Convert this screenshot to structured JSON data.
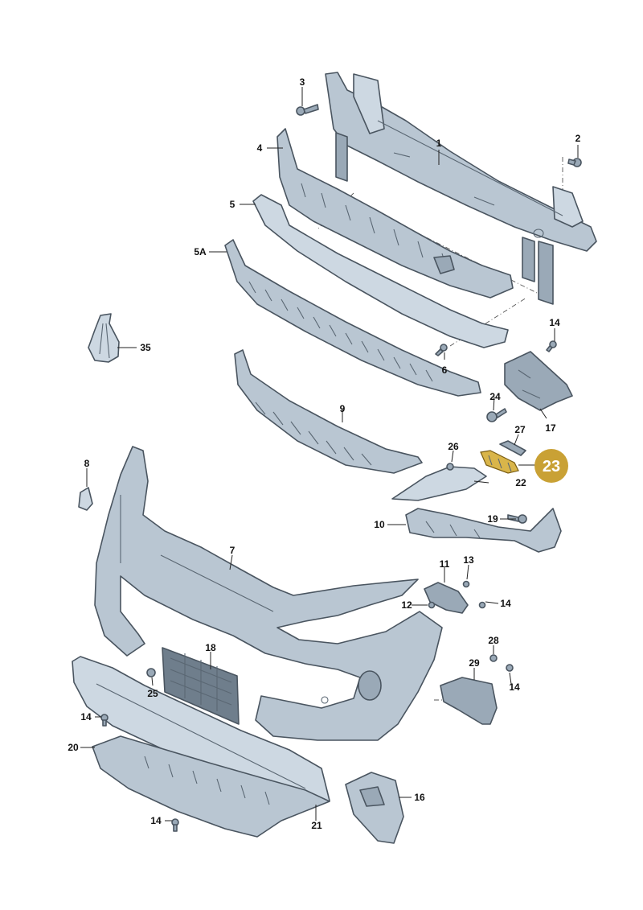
{
  "callouts": [
    {
      "id": "1",
      "text": "1"
    },
    {
      "id": "2",
      "text": "2"
    },
    {
      "id": "3",
      "text": "3"
    },
    {
      "id": "4",
      "text": "4"
    },
    {
      "id": "5",
      "text": "5"
    },
    {
      "id": "5A",
      "text": "5A"
    },
    {
      "id": "6",
      "text": "6"
    },
    {
      "id": "7",
      "text": "7"
    },
    {
      "id": "8",
      "text": "8"
    },
    {
      "id": "9",
      "text": "9"
    },
    {
      "id": "10",
      "text": "10"
    },
    {
      "id": "11",
      "text": "11"
    },
    {
      "id": "12",
      "text": "12"
    },
    {
      "id": "13",
      "text": "13"
    },
    {
      "id": "14a",
      "text": "14"
    },
    {
      "id": "14b",
      "text": "14"
    },
    {
      "id": "14c",
      "text": "14"
    },
    {
      "id": "14d",
      "text": "14"
    },
    {
      "id": "14e",
      "text": "14"
    },
    {
      "id": "16",
      "text": "16"
    },
    {
      "id": "17",
      "text": "17"
    },
    {
      "id": "18",
      "text": "18"
    },
    {
      "id": "19",
      "text": "19"
    },
    {
      "id": "20",
      "text": "20"
    },
    {
      "id": "21",
      "text": "21"
    },
    {
      "id": "22",
      "text": "22"
    },
    {
      "id": "24",
      "text": "24"
    },
    {
      "id": "25",
      "text": "25"
    },
    {
      "id": "26",
      "text": "26"
    },
    {
      "id": "27",
      "text": "27"
    },
    {
      "id": "28",
      "text": "28"
    },
    {
      "id": "29",
      "text": "29"
    },
    {
      "id": "35",
      "text": "35"
    }
  ],
  "highlight": {
    "text": "23",
    "color": "#c9a135"
  },
  "colors": {
    "part_fill": "#b9c6d2",
    "part_outline": "#4a5560",
    "highlight": "#c9a135"
  }
}
